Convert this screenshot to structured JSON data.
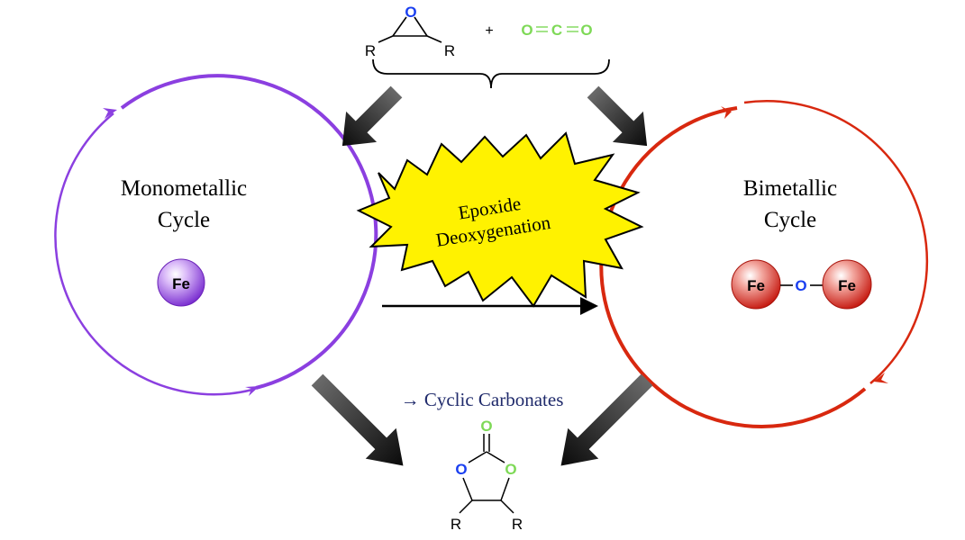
{
  "reactants": {
    "epoxide": {
      "oxygen": "O",
      "r_left": "R",
      "r_right": "R"
    },
    "plus": "+",
    "co2": {
      "o_left": "O",
      "carbon": "C",
      "o_right": "O"
    }
  },
  "mono_cycle": {
    "line1": "Monometallic",
    "line2": "Cycle",
    "metal": "Fe"
  },
  "bi_cycle": {
    "line1": "Bimetallic",
    "line2": "Cycle",
    "metal_left": "Fe",
    "bridge": "O",
    "metal_right": "Fe"
  },
  "burst": {
    "line1": "Epoxide",
    "line2": "Deoxygenation"
  },
  "product": {
    "label": "→ Cyclic Carbonates",
    "carbonyl_o": "O",
    "ring_o_left": "O",
    "ring_o_right": "O",
    "r_left": "R",
    "r_right": "R"
  },
  "colors": {
    "mono": "#8b3fe0",
    "bi": "#d8280f",
    "co2_green": "#7ed957",
    "oxygen_blue": "#1a3ff0",
    "burst_fill": "#fff200",
    "label_navy": "#1f2a6b"
  }
}
